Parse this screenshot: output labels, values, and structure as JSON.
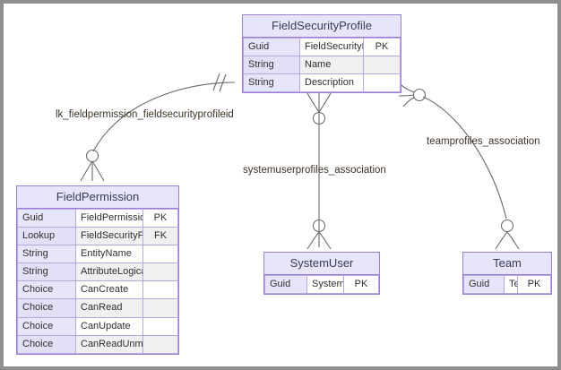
{
  "diagram": {
    "type": "entity-relationship-diagram",
    "background_color": "#ffffff",
    "border_color": "#8f8f8f",
    "entity_header_color": "#e7e5fa",
    "entity_border_color": "#9b7fd4",
    "connector_color": "#6b6b6b",
    "label_color": "#3d3326",
    "columns": [
      "type",
      "name",
      "key"
    ],
    "entities": [
      {
        "id": "fieldsecurityprofile",
        "title": "FieldSecurityProfile",
        "rows": [
          {
            "type": "Guid",
            "name": "FieldSecurityProfileId",
            "key": "PK"
          },
          {
            "type": "String",
            "name": "Name",
            "key": ""
          },
          {
            "type": "String",
            "name": "Description",
            "key": ""
          }
        ]
      },
      {
        "id": "fieldpermission",
        "title": "FieldPermission",
        "rows": [
          {
            "type": "Guid",
            "name": "FieldPermissionId",
            "key": "PK"
          },
          {
            "type": "Lookup",
            "name": "FieldSecurityProfileId",
            "key": "FK"
          },
          {
            "type": "String",
            "name": "EntityName",
            "key": ""
          },
          {
            "type": "String",
            "name": "AttributeLogicalName",
            "key": ""
          },
          {
            "type": "Choice",
            "name": "CanCreate",
            "key": ""
          },
          {
            "type": "Choice",
            "name": "CanRead",
            "key": ""
          },
          {
            "type": "Choice",
            "name": "CanUpdate",
            "key": ""
          },
          {
            "type": "Choice",
            "name": "CanReadUnmasked",
            "key": ""
          }
        ]
      },
      {
        "id": "systemuser",
        "title": "SystemUser",
        "rows": [
          {
            "type": "Guid",
            "name": "SystemUserId",
            "key": "PK"
          }
        ]
      },
      {
        "id": "team",
        "title": "Team",
        "rows": [
          {
            "type": "Guid",
            "name": "TeamID",
            "key": "PK"
          }
        ]
      }
    ],
    "relationships": [
      {
        "id": "lk-fieldpermission",
        "label": "lk_fieldpermission_fieldsecurityprofileid",
        "from": "FieldSecurityProfile",
        "to": "FieldPermission",
        "from_cardinality": "one-and-only-one",
        "to_cardinality": "zero-or-many"
      },
      {
        "id": "systemuserprofiles",
        "label": "systemuserprofiles_association",
        "from": "FieldSecurityProfile",
        "to": "SystemUser",
        "from_cardinality": "zero-or-many",
        "to_cardinality": "zero-or-many"
      },
      {
        "id": "teamprofiles",
        "label": "teamprofiles_association",
        "from": "FieldSecurityProfile",
        "to": "Team",
        "from_cardinality": "zero-or-many",
        "to_cardinality": "zero-or-many"
      }
    ]
  }
}
